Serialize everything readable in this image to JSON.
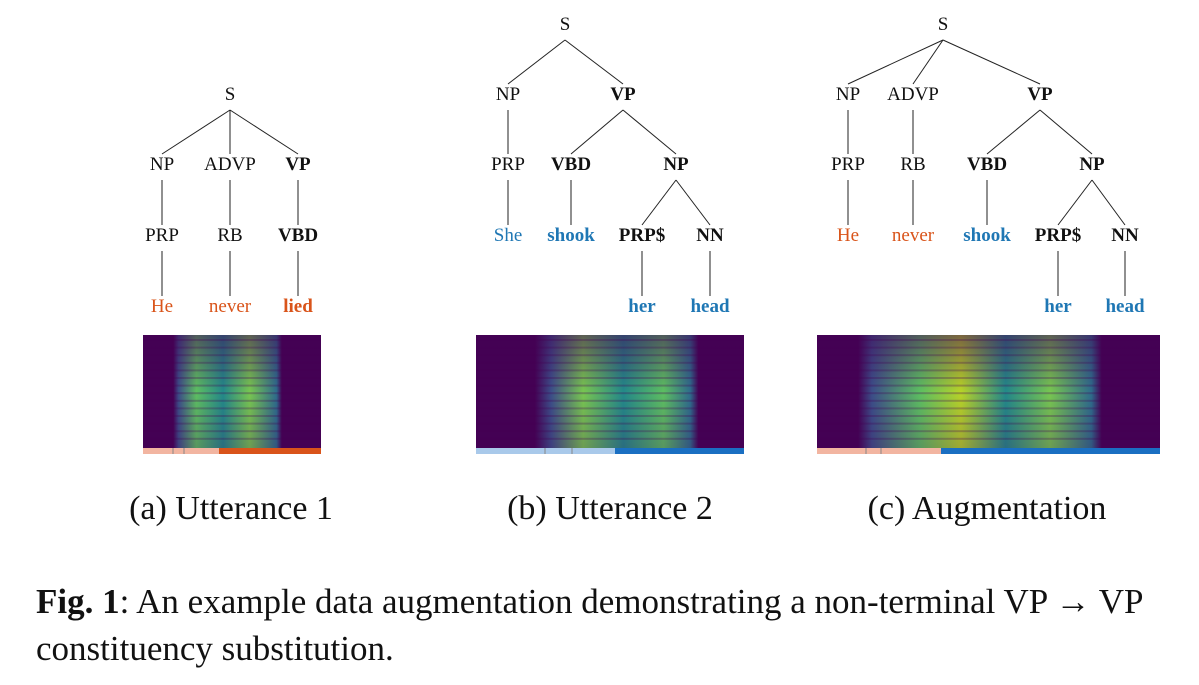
{
  "colors": {
    "orange_text": "#d9541a",
    "blue_text": "#1f77b4",
    "orange_light_bar": "#f2b5a1",
    "orange_dark_bar": "#d9541a",
    "blue_light_bar": "#a9c9ea",
    "blue_dark_bar": "#1a6fc2",
    "spectrogram_bg": "#440154"
  },
  "panels": [
    {
      "caption": "(a) Utterance 1",
      "nodes": [
        {
          "id": "S",
          "label": "S",
          "bold": false,
          "color": "black"
        },
        {
          "id": "NP",
          "label": "NP",
          "bold": false,
          "color": "black"
        },
        {
          "id": "ADVP",
          "label": "ADVP",
          "bold": false,
          "color": "black"
        },
        {
          "id": "VP",
          "label": "VP",
          "bold": true,
          "color": "black"
        },
        {
          "id": "PRP",
          "label": "PRP",
          "bold": false,
          "color": "black"
        },
        {
          "id": "RB",
          "label": "RB",
          "bold": false,
          "color": "black"
        },
        {
          "id": "VBD",
          "label": "VBD",
          "bold": true,
          "color": "black"
        },
        {
          "id": "w1",
          "label": "He",
          "bold": false,
          "color": "orange"
        },
        {
          "id": "w2",
          "label": "never",
          "bold": false,
          "color": "orange"
        },
        {
          "id": "w3",
          "label": "lied",
          "bold": true,
          "color": "orange"
        }
      ]
    },
    {
      "caption": "(b) Utterance 2",
      "nodes": [
        {
          "id": "S",
          "label": "S",
          "bold": false,
          "color": "black"
        },
        {
          "id": "NP",
          "label": "NP",
          "bold": false,
          "color": "black"
        },
        {
          "id": "VP",
          "label": "VP",
          "bold": true,
          "color": "black"
        },
        {
          "id": "PRP",
          "label": "PRP",
          "bold": false,
          "color": "black"
        },
        {
          "id": "VBD",
          "label": "VBD",
          "bold": true,
          "color": "black"
        },
        {
          "id": "NP2",
          "label": "NP",
          "bold": true,
          "color": "black"
        },
        {
          "id": "w1",
          "label": "She",
          "bold": false,
          "color": "blue"
        },
        {
          "id": "w2",
          "label": "shook",
          "bold": true,
          "color": "blue"
        },
        {
          "id": "PRPS",
          "label": "PRP$",
          "bold": true,
          "color": "black"
        },
        {
          "id": "NN",
          "label": "NN",
          "bold": true,
          "color": "black"
        },
        {
          "id": "w3",
          "label": "her",
          "bold": true,
          "color": "blue"
        },
        {
          "id": "w4",
          "label": "head",
          "bold": true,
          "color": "blue"
        }
      ]
    },
    {
      "caption": "(c) Augmentation",
      "nodes": [
        {
          "id": "S",
          "label": "S",
          "bold": false,
          "color": "black"
        },
        {
          "id": "NP",
          "label": "NP",
          "bold": false,
          "color": "black"
        },
        {
          "id": "ADVP",
          "label": "ADVP",
          "bold": false,
          "color": "black"
        },
        {
          "id": "VP",
          "label": "VP",
          "bold": true,
          "color": "black"
        },
        {
          "id": "PRP",
          "label": "PRP",
          "bold": false,
          "color": "black"
        },
        {
          "id": "RB",
          "label": "RB",
          "bold": false,
          "color": "black"
        },
        {
          "id": "VBD",
          "label": "VBD",
          "bold": true,
          "color": "black"
        },
        {
          "id": "NP2",
          "label": "NP",
          "bold": true,
          "color": "black"
        },
        {
          "id": "w1",
          "label": "He",
          "bold": false,
          "color": "orange"
        },
        {
          "id": "w2",
          "label": "never",
          "bold": false,
          "color": "orange"
        },
        {
          "id": "w3",
          "label": "shook",
          "bold": true,
          "color": "blue"
        },
        {
          "id": "PRPS",
          "label": "PRP$",
          "bold": true,
          "color": "black"
        },
        {
          "id": "NN",
          "label": "NN",
          "bold": true,
          "color": "black"
        },
        {
          "id": "w4",
          "label": "her",
          "bold": true,
          "color": "blue"
        },
        {
          "id": "w5",
          "label": "head",
          "bold": true,
          "color": "blue"
        }
      ]
    }
  ],
  "figure_caption": {
    "label": "Fig. 1",
    "text": ": An example data augmentation demonstrating a non-terminal VP → VP constituency substitution."
  }
}
